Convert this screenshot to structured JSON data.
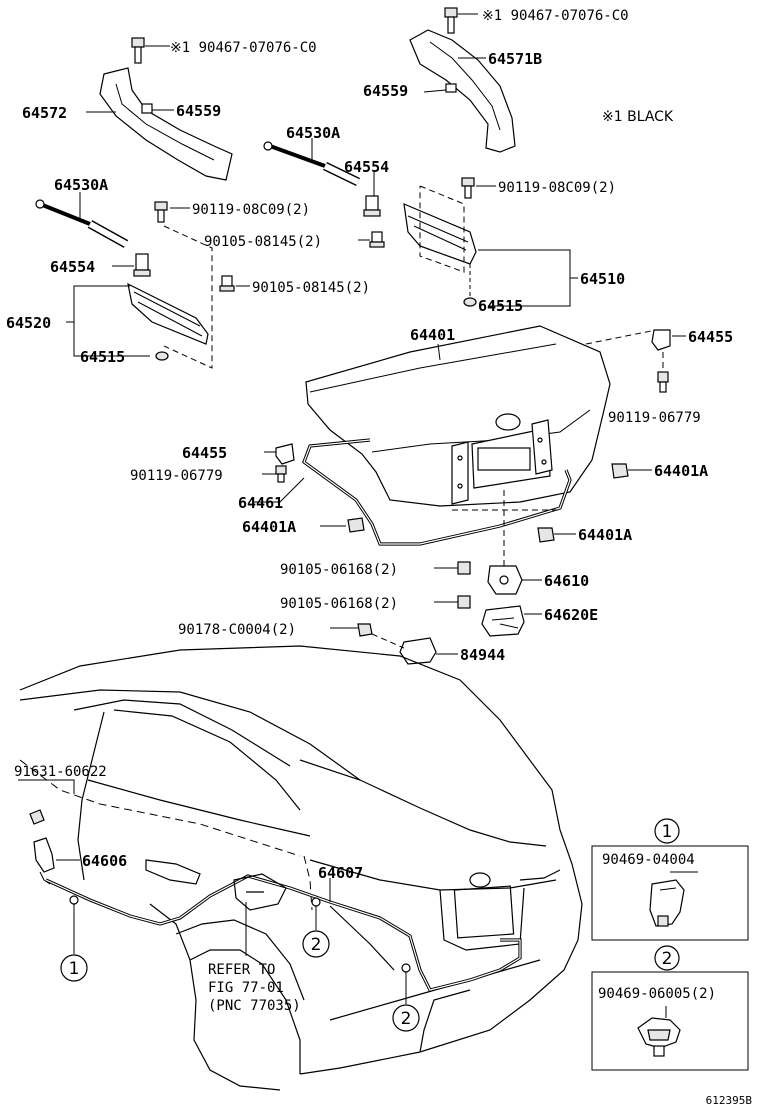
{
  "diagram": {
    "note_black": "※1 BLACK",
    "labels": {
      "screw_top_right": "※1 90467-07076-C0",
      "screw_top_left": "※1 90467-07076-C0",
      "p64571b": "64571B",
      "p64559_right": "64559",
      "p64572": "64572",
      "p64559_left": "64559",
      "p64530a_upper": "64530A",
      "p64554_upper": "64554",
      "p90119_08c09_right": "90119-08C09(2)",
      "p64530a_left": "64530A",
      "p90119_08c09_left": "90119-08C09(2)",
      "p90105_08145_upper": "90105-08145(2)",
      "p64510": "64510",
      "p64554_left": "64554",
      "p90105_08145_lower": "90105-08145(2)",
      "p64515_right": "64515",
      "p64520": "64520",
      "p64401": "64401",
      "p64455_right": "64455",
      "p64515_left": "64515",
      "p90119_06779_right": "90119-06779",
      "p64455_left": "64455",
      "p90119_06779_left": "90119-06779",
      "p64401a_right": "64401A",
      "p64461": "64461",
      "p64401a_left": "64401A",
      "p64401a_center": "64401A",
      "p90105_06168_upper": "90105-06168(2)",
      "p64610": "64610",
      "p90105_06168_lower": "90105-06168(2)",
      "p64620e": "64620E",
      "p90178_c0004": "90178-C0004(2)",
      "p84944": "84944",
      "p91631_60622": "91631-60622",
      "p64606": "64606",
      "p64607": "64607"
    },
    "reference": {
      "line1": "REFER TO",
      "line2": "FIG 77-01",
      "line3": "(PNC 77035)"
    },
    "callouts": {
      "c1": "1",
      "c2": "2"
    },
    "detail_boxes": [
      {
        "number": "1",
        "part": "90469-04004"
      },
      {
        "number": "2",
        "part": "90469-06005(2)"
      }
    ],
    "figure_code": "612395B"
  }
}
